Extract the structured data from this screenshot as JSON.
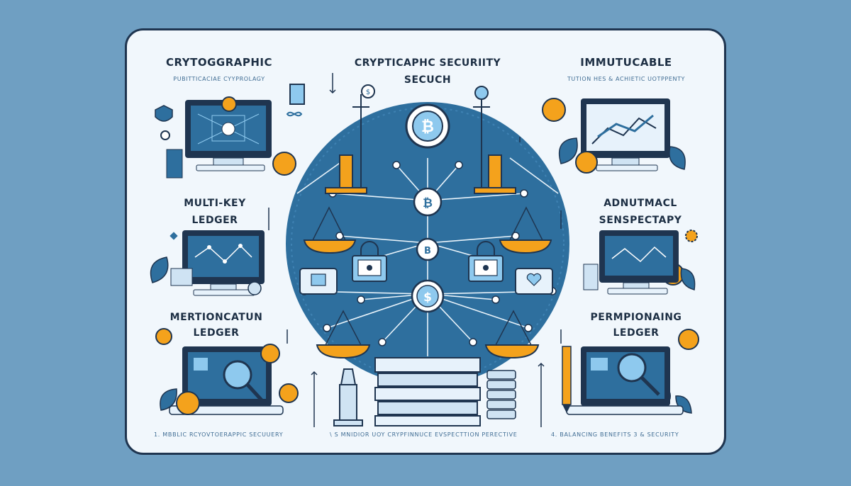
{
  "top": {
    "left_title": "CRYTOGGRAPHIC",
    "left_subtitle": "PUBITTICACIAE CYYPROLAGY",
    "center_title": "CRYPTICAPHC SECURIITY\nSECUCH",
    "right_title": "IMMUTUCABLE",
    "right_subtitle": "TUTION HES & ACHIETIC UOTPPENTY"
  },
  "middle": {
    "left_title": "MULTI-KEY\nLEDGER",
    "right_title": "ADNUTMACL\nSENSPECTAPY"
  },
  "bottom": {
    "left_title": "MERTIONCATUN\nLEDGER",
    "right_title": "PERMPIONAING\nLEDGER",
    "left_caption": "1. MBBLIC RCYOVTOERAPPIC SECUUERY",
    "center_caption": "\\ S MNIDIOR UOY CRYPFINNUCE EVSPECTTION PERECTIVE",
    "right_caption": "4. BALANCING BENEFITS 3 & SECURITY"
  },
  "colors": {
    "page_bg": "#6f9fc2",
    "card_bg": "#f1f7fc",
    "navy": "#1f3550",
    "circle_blue": "#2e6f9e",
    "accent_orange": "#f4a21c",
    "light_blue": "#8ec9ee"
  },
  "icons": [
    "bitcoin-icon",
    "dollar-icon",
    "padlock-icon",
    "balance-scale-icon",
    "monitor-icon",
    "magnifier-icon",
    "leaf-icon",
    "book-stack-icon"
  ]
}
